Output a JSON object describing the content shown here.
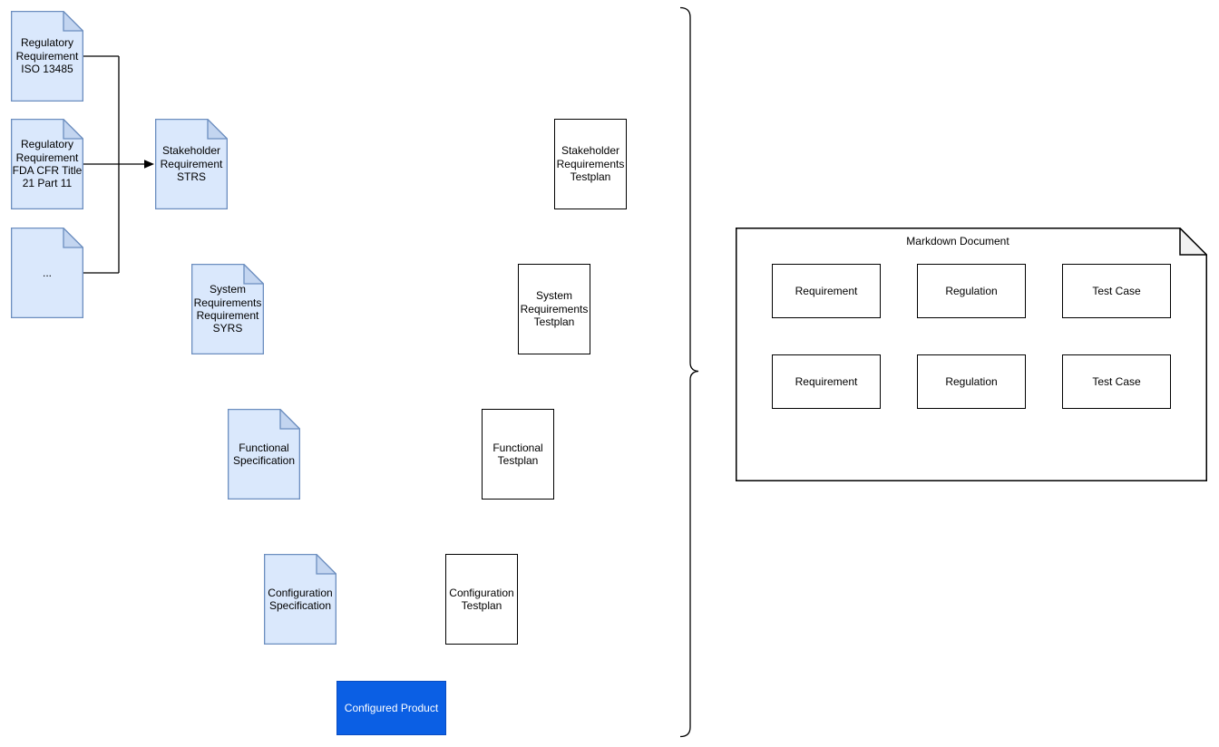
{
  "diagram": {
    "documents": [
      {
        "label": "Regulatory\nRequirement\nISO 13485"
      },
      {
        "label": "Regulatory\nRequirement\nFDA CFR Title\n21 Part 11"
      },
      {
        "label": "..."
      },
      {
        "label": "Stakeholder\nRequirement\nSTRS"
      },
      {
        "label": "System\nRequirements\nRequirement\nSYRS"
      },
      {
        "label": "Functional\nSpecification"
      },
      {
        "label": "Configuration\nSpecification"
      }
    ],
    "testplans": [
      {
        "label": "Stakeholder\nRequirements\nTestplan"
      },
      {
        "label": "System\nRequirements\nTestplan"
      },
      {
        "label": "Functional\nTestplan"
      },
      {
        "label": "Configuration\nTestplan"
      }
    ],
    "product": {
      "label": "Configured Product"
    },
    "markdown_container": {
      "title": "Markdown Document",
      "cells": [
        {
          "label": "Requirement"
        },
        {
          "label": "Regulation"
        },
        {
          "label": "Test Case"
        },
        {
          "label": "Requirement"
        },
        {
          "label": "Regulation"
        },
        {
          "label": "Test Case"
        }
      ]
    },
    "colors": {
      "document_fill": "#dae8fc",
      "document_fold": "#c3d5f0",
      "document_stroke": "#6c8ebf",
      "testplan_fill": "#ffffff",
      "testplan_stroke": "#000000",
      "product_fill": "#0b5fe4",
      "product_stroke": "#0a4cc2",
      "product_text": "#ffffff",
      "container_fill": "#ffffff",
      "container_fold": "#f2f2f2",
      "container_stroke": "#000000",
      "connector": "#000000",
      "text": "#000000"
    }
  }
}
